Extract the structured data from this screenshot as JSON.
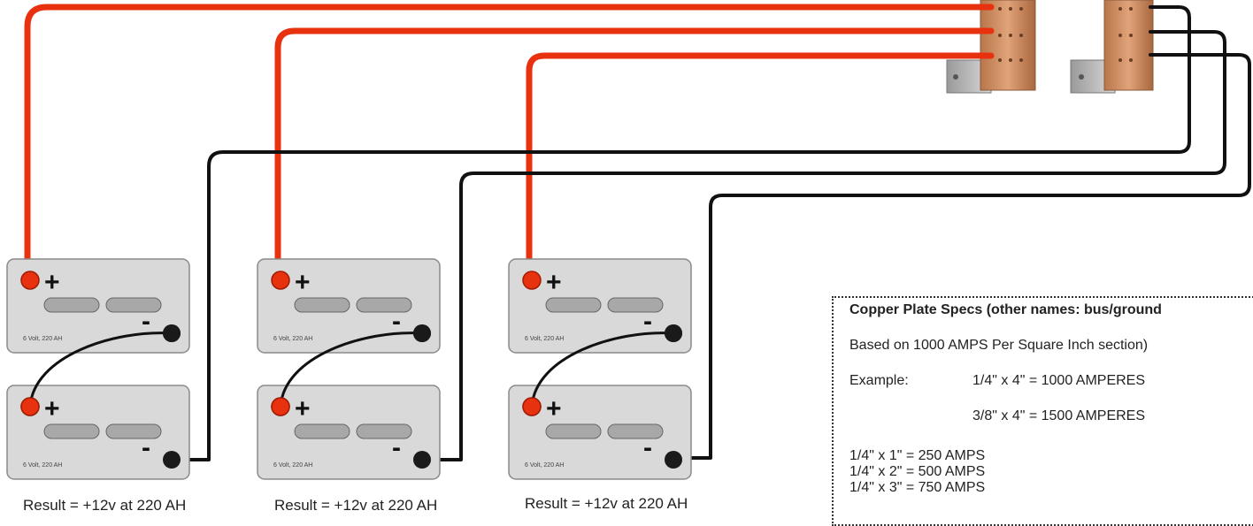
{
  "battery_label": "6 Volt, 220 AH",
  "plus_sign": "+",
  "minus_sign": "-",
  "banks": [
    {
      "result": "Result = +12v at 220 AH"
    },
    {
      "result": "Result = +12v at 220 AH"
    },
    {
      "result": "Result = +12v at 220 AH"
    }
  ],
  "specs": {
    "title": "Copper Plate Specs (other names: bus/ground",
    "basis": "Based on 1000 AMPS Per Square Inch section)",
    "example_label": "Example:",
    "example_1": "1/4\" x 4\" = 1000 AMPERES",
    "example_2": "3/8\" x 4\" = 1500 AMPERES",
    "rows": [
      "1/4\" x 1\" = 250 AMPS",
      "1/4\" x 2\" = 500 AMPS",
      "1/4\" x 3\" = 750 AMPS"
    ]
  },
  "colors": {
    "positive_wire": "#e8320f",
    "negative_wire": "#111111",
    "battery_fill": "#d9d9d9",
    "battery_stroke": "#8a8a8a",
    "copper": "#c98a5c"
  }
}
